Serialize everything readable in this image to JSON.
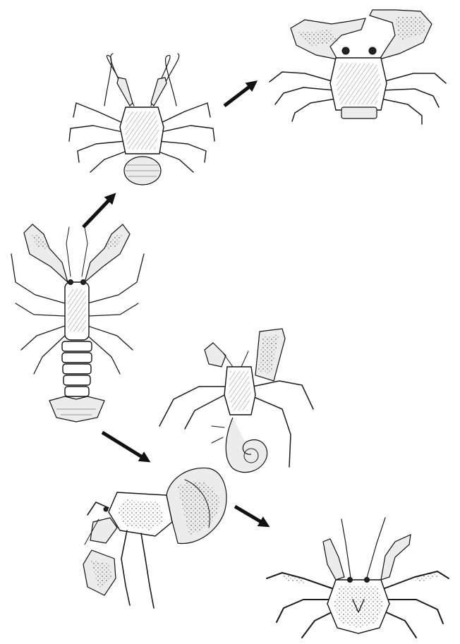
{
  "figure": {
    "background": "#ffffff",
    "ink_color": "#111111",
    "organisms": [
      {
        "id": "lobster",
        "icon": "squat-lobster-like-ancestor-icon"
      },
      {
        "id": "squat-lobster",
        "icon": "squat-lobster-icon"
      },
      {
        "id": "porcelain-crab",
        "icon": "porcelain-crab-icon"
      },
      {
        "id": "hermit-crab-uncoiled",
        "icon": "hermit-crab-with-tube-icon"
      },
      {
        "id": "hermit-crab-shelled",
        "icon": "hermit-crab-in-shell-icon"
      },
      {
        "id": "king-crab",
        "icon": "king-crab-like-icon"
      }
    ],
    "arrows": [
      {
        "from": "lobster",
        "to": "squat-lobster"
      },
      {
        "from": "squat-lobster",
        "to": "porcelain-crab"
      },
      {
        "from": "lobster",
        "to": "hermit-crab-shelled"
      },
      {
        "from": "hermit-crab-shelled",
        "to": "king-crab"
      }
    ]
  }
}
